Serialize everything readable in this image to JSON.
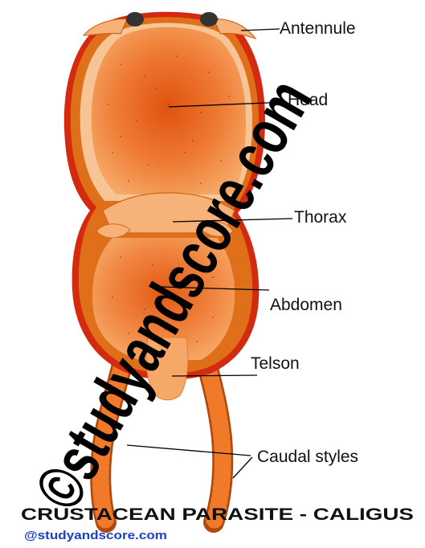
{
  "labels": {
    "antennule": "Antennule",
    "head": "Head",
    "thorax": "Thorax",
    "abdomen": "Abdomen",
    "telson": "Telson",
    "caudal_styles": "Caudal styles"
  },
  "title": "CRUSTACEAN PARASITE - CALIGUS",
  "credit": "@studyandscore.com",
  "watermark": "©studyandscore.com",
  "colors": {
    "outline_red": "#d42a10",
    "shell_dark": "#e06f1a",
    "body_orange": "#f28a3a",
    "body_center": "#e25a14",
    "light_rim": "#f7c595",
    "thorax_light": "#f7b27a",
    "eye": "#333333",
    "credit_blue": "#1a3fc8"
  }
}
